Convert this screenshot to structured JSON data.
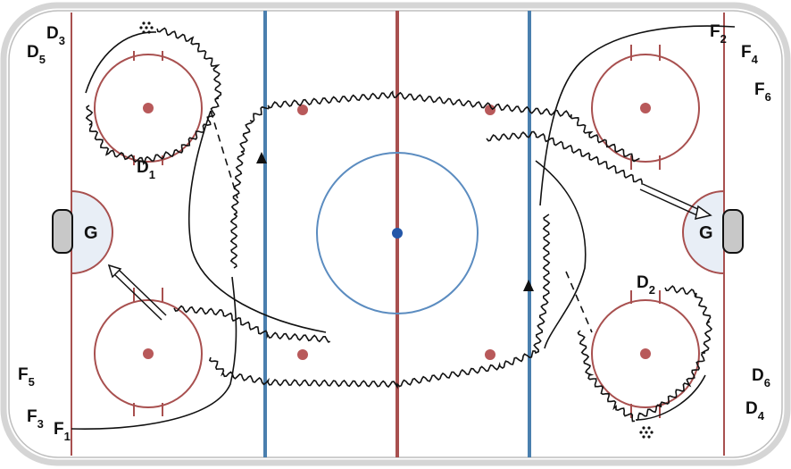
{
  "rink": {
    "colors": {
      "ice": "#ffffff",
      "boards": "#d9d9d9",
      "red_line": "#a8504f",
      "blue_line": "#4a7fae",
      "center_circle": "#5b8cc0",
      "center_dot": "#2457a8",
      "faceoff": "#a8504f",
      "crease": "#e8eef6",
      "net": "#c8c8c8",
      "skate_path": "#111111"
    }
  },
  "goalies": {
    "left": "G",
    "right": "G"
  },
  "players": {
    "D3": {
      "letter": "D",
      "sub": "3"
    },
    "D5": {
      "letter": "D",
      "sub": "5"
    },
    "D1": {
      "letter": "D",
      "sub": "1"
    },
    "F5": {
      "letter": "F",
      "sub": "5"
    },
    "F3": {
      "letter": "F",
      "sub": "3"
    },
    "F1": {
      "letter": "F",
      "sub": "1"
    },
    "F2": {
      "letter": "F",
      "sub": "2"
    },
    "F4": {
      "letter": "F",
      "sub": "4"
    },
    "F6": {
      "letter": "F",
      "sub": "6"
    },
    "D2": {
      "letter": "D",
      "sub": "2"
    },
    "D6": {
      "letter": "D",
      "sub": "6"
    },
    "D4": {
      "letter": "D",
      "sub": "4"
    }
  },
  "icons": {
    "pucks": "puck-pile-icon",
    "shot": "shot-arrow-icon",
    "direction": "direction-arrow-icon"
  }
}
